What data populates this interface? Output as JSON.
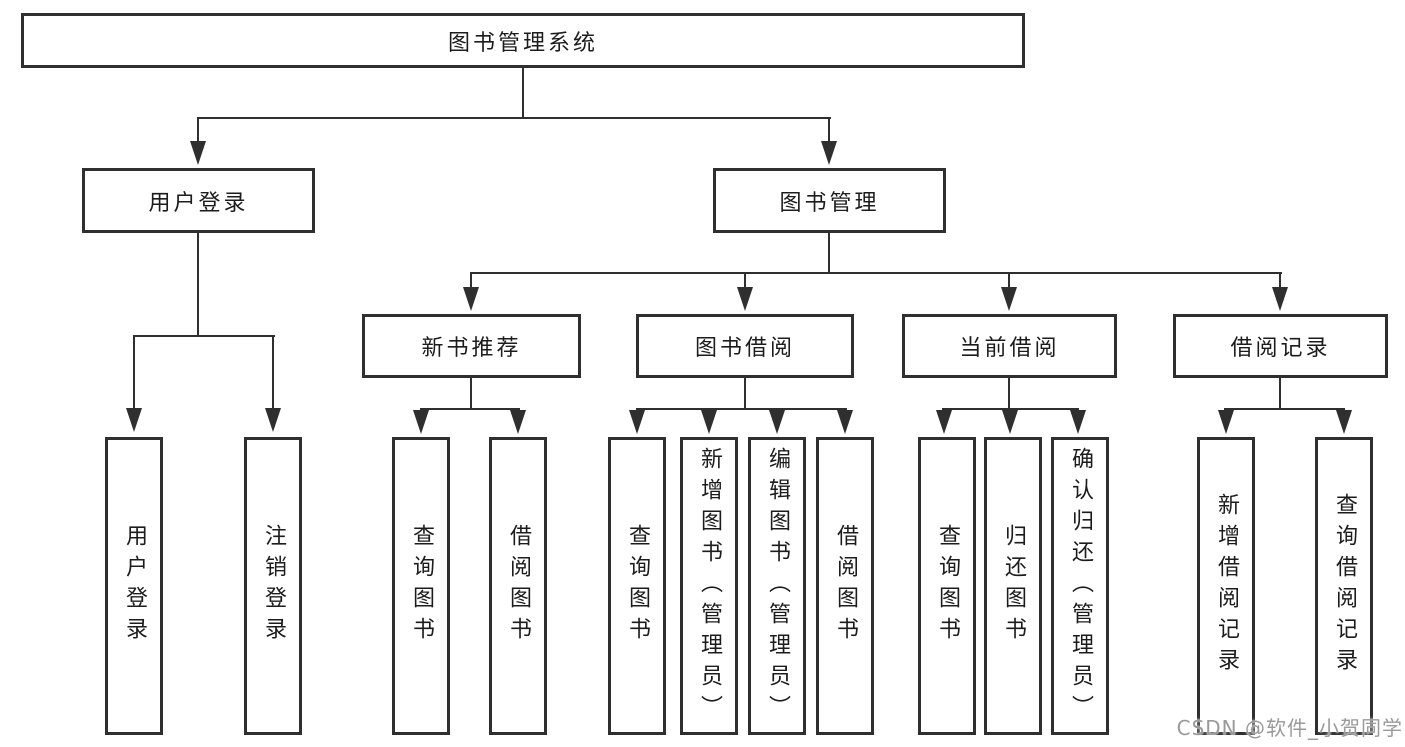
{
  "colors": {
    "line": "#2f2f2f",
    "text": "#1c1c1c",
    "background": "#ffffff",
    "watermark": "#9a9a9a"
  },
  "diagram": {
    "title": "图书管理系统",
    "user_login": {
      "label": "用户登录",
      "children": [
        "用户登录",
        "注销登录"
      ]
    },
    "book_mgmt": {
      "label": "图书管理",
      "sections": [
        {
          "label": "新书推荐",
          "children": [
            "查询图书",
            "借阅图书"
          ]
        },
        {
          "label": "图书借阅",
          "children": [
            "查询图书",
            "新增图书（管理员）",
            "编辑图书（管理员）",
            "借阅图书"
          ]
        },
        {
          "label": "当前借阅",
          "children": [
            "查询图书",
            "归还图书",
            "确认归还（管理员）"
          ]
        },
        {
          "label": "借阅记录",
          "children": [
            "新增借阅记录",
            "查询借阅记录"
          ]
        }
      ]
    }
  },
  "watermark": {
    "text": "CSDN @软件_小贺同学"
  }
}
